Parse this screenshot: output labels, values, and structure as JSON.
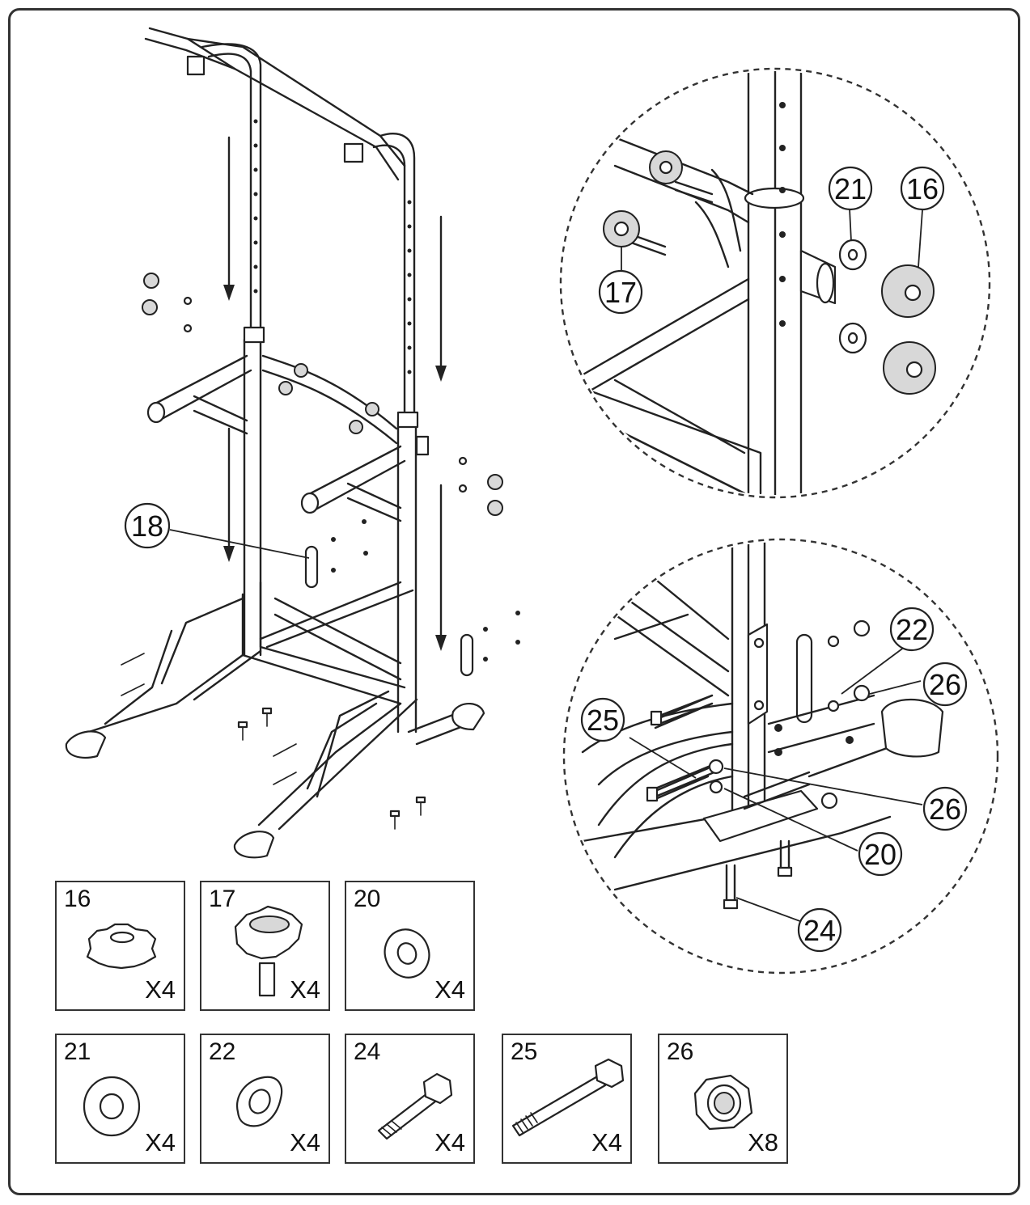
{
  "callouts": {
    "main": {
      "c18": "18"
    },
    "detail_top": {
      "c21": "21",
      "c16": "16",
      "c17": "17"
    },
    "detail_bottom": {
      "c22": "22",
      "c26a": "26",
      "c25": "25",
      "c26b": "26",
      "c20": "20",
      "c24": "24"
    }
  },
  "parts": [
    {
      "num": "16",
      "qty": "X4",
      "icon": "knob-nut-icon"
    },
    {
      "num": "17",
      "qty": "X4",
      "icon": "knob-bolt-icon"
    },
    {
      "num": "20",
      "qty": "X4",
      "icon": "flat-washer-icon"
    },
    {
      "num": "21",
      "qty": "X4",
      "icon": "large-washer-icon"
    },
    {
      "num": "22",
      "qty": "X4",
      "icon": "curved-washer-icon"
    },
    {
      "num": "24",
      "qty": "X4",
      "icon": "short-bolt-icon"
    },
    {
      "num": "25",
      "qty": "X4",
      "icon": "long-bolt-icon"
    },
    {
      "num": "26",
      "qty": "X8",
      "icon": "lock-nut-icon"
    }
  ]
}
